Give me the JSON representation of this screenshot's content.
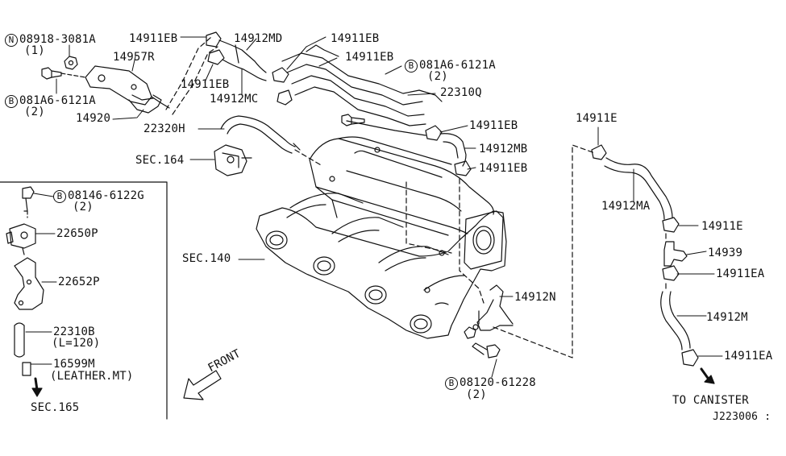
{
  "labels": {
    "n_nut": {
      "prefix": "N",
      "part": "08918-3081A",
      "qty": "(1)"
    },
    "b_bolt_left": {
      "prefix": "B",
      "part": "081A6-6121A",
      "qty": "(2)"
    },
    "b_bolt_right": {
      "prefix": "B",
      "part": "081A6-6121A",
      "qty": "(2)"
    },
    "b_bolt_inset": {
      "prefix": "B",
      "part": "08146-6122G",
      "qty": "(2)"
    },
    "b_bolt_bottom": {
      "prefix": "B",
      "part": "08120-61228",
      "qty": "(2)"
    },
    "p14911EB_a": "14911EB",
    "p14911EB_b": "14911EB",
    "p14911EB_c": "14911EB",
    "p14911EB_d": "14911EB",
    "p14911EB_e": "14911EB",
    "p14911EB_f": "14911EB",
    "p14912MD": "14912MD",
    "p14957R": "14957R",
    "p14912MC": "14912MC",
    "p14920": "14920",
    "p22310Q": "22310Q",
    "p22320H": "22320H",
    "p14912MB": "14912MB",
    "sec164": "SEC.164",
    "p14911E_top": "14911E",
    "p14912MA": "14912MA",
    "p14911E": "14911E",
    "p14939": "14939",
    "p14911EA_a": "14911EA",
    "p14912M": "14912M",
    "p14911EA_b": "14911EA",
    "to_canister": "TO CANISTER",
    "sec140": "SEC.140",
    "p14912N": "14912N",
    "p22650P": "22650P",
    "p22652P": "22652P",
    "p22310B": "22310B",
    "p22310B_len": "(L=120)",
    "p16599M": "16599M",
    "p16599M_note": "(LEATHER.MT)",
    "sec165": "SEC.165",
    "front": "FRONT",
    "diagram_id": "J223006 :"
  }
}
